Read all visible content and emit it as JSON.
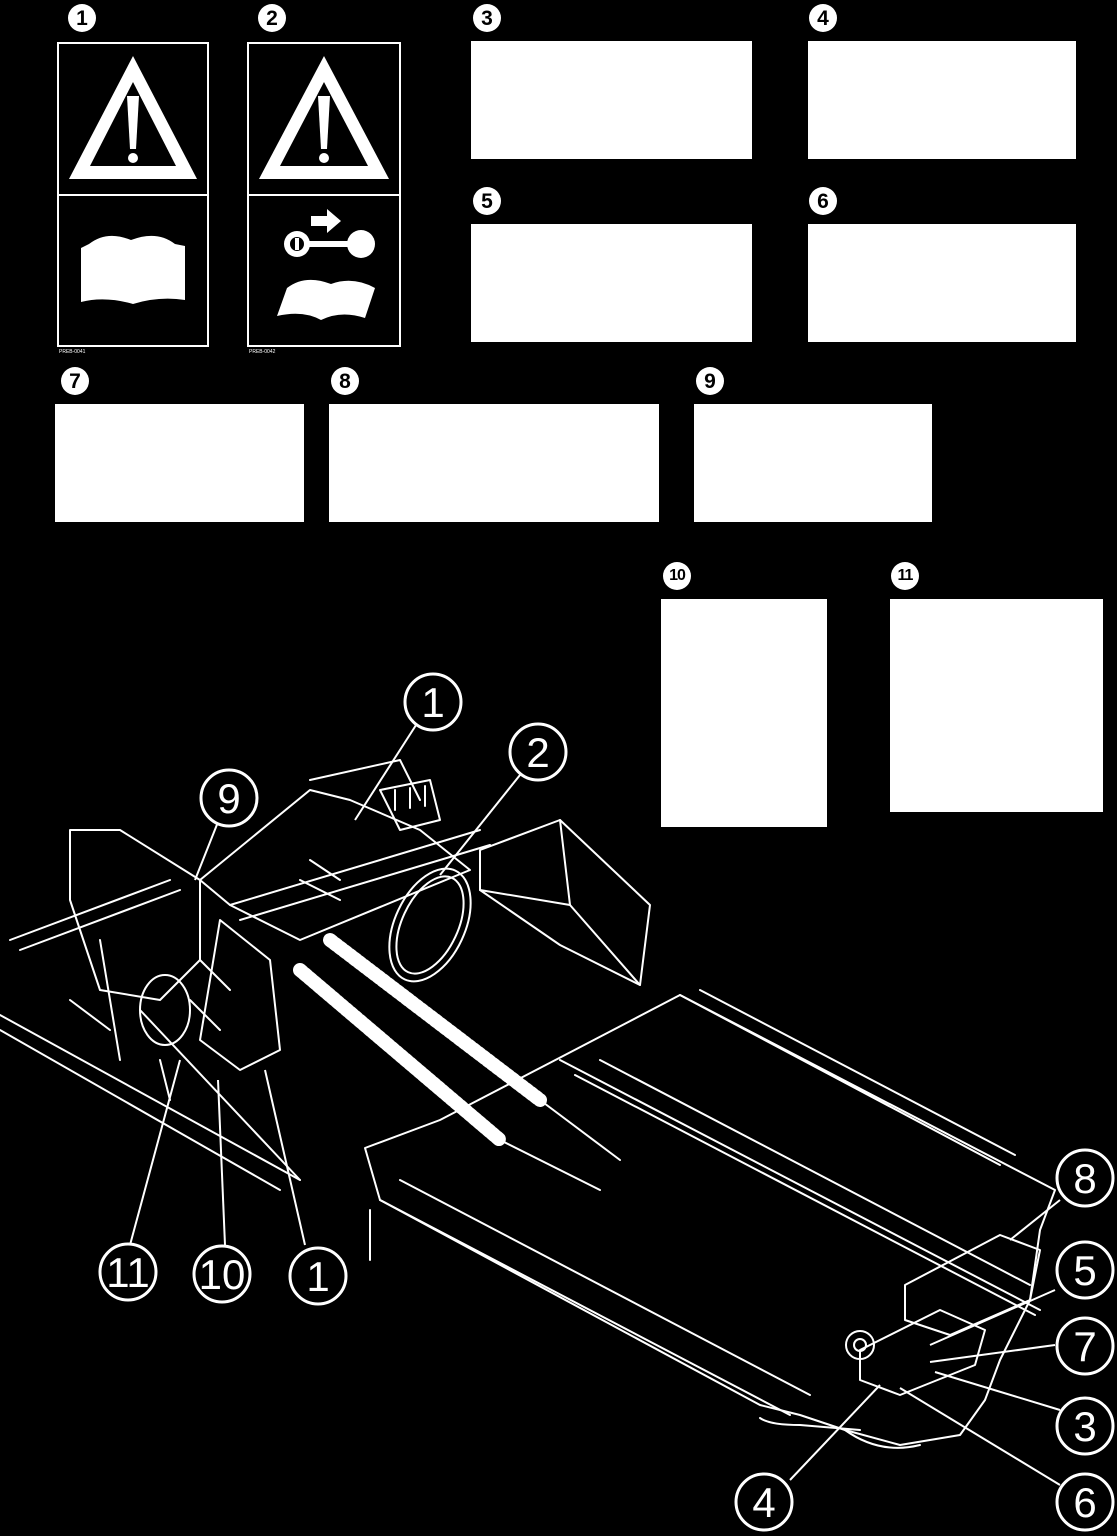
{
  "decals": [
    {
      "id": "1",
      "code": "PREB-0041",
      "icon": "warning-read-manual-sign"
    },
    {
      "id": "2",
      "code": "PREB-0042",
      "icon": "warning-remove-key-sign"
    },
    {
      "id": "3"
    },
    {
      "id": "4"
    },
    {
      "id": "5"
    },
    {
      "id": "6"
    },
    {
      "id": "7"
    },
    {
      "id": "8"
    },
    {
      "id": "9"
    },
    {
      "id": "10"
    },
    {
      "id": "11"
    }
  ],
  "callouts": [
    "1",
    "2",
    "9",
    "11",
    "10",
    "1",
    "8",
    "5",
    "7",
    "3",
    "4",
    "6"
  ],
  "colors": {
    "background": "#000000",
    "line": "#ffffff"
  }
}
